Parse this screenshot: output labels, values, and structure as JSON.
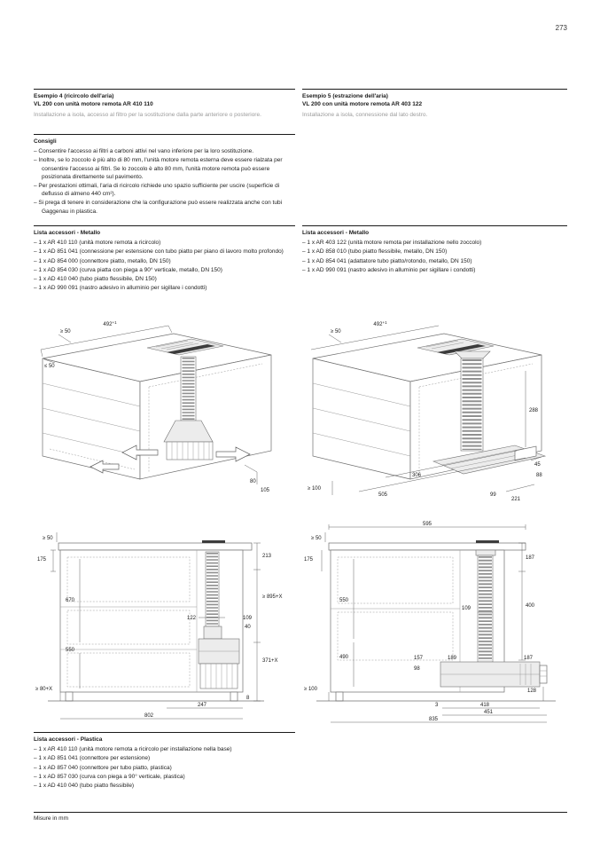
{
  "page": {
    "number": "273",
    "footer": "Misure in mm"
  },
  "left": {
    "example": {
      "title": "Esempio 4 (ricircolo dell'aria)",
      "subtitle": "VL 200 con unità motore remota AR 410 110",
      "description": "Installazione a isola, accesso al filtro per la sostituzione dalla parte anteriore o posteriore."
    },
    "consigli": {
      "title": "Consigli",
      "items": [
        "– Consentire l'accesso ai filtri a carboni attivi nel vano inferiore per la loro sostituzione.",
        "– Inoltre, se lo zoccolo è più alto di 80 mm, l'unità motore remota esterna deve essere rialzata per consentire l'accesso ai filtri. Se lo zoccolo è alto 80 mm, l'unità motore remota può essere posizionata direttamente sul pavimento.",
        "– Per prestazioni ottimali, l'aria di ricircolo richiede uno spazio sufficiente per uscire (superficie di deflusso di almeno 440 cm²).",
        "– Si prega di tenere in considerazione che la configurazione può essere realizzata anche con tubi Gaggenau in plastica."
      ]
    },
    "metallo": {
      "title": "Lista accessori - Metallo",
      "items": [
        "– 1 x AR 410 110 (unità motore remota a ricircolo)",
        "– 1 x AD 851 041 (connessione per estensione con tubo piatto per piano di lavoro molto profondo)",
        "– 1 x AD 854 000 (connettore piatto, metallo, DN 150)",
        "– 1 x AD 854 030 (curva piatta con piega a 90° verticale, metallo, DN 150)",
        "– 1 x AD 410 040 (tubo piatto flessibile, DN 150)",
        "– 1 x AD 990 091 (nastro adesivo in alluminio per sigillare i condotti)"
      ]
    },
    "plastica": {
      "title": "Lista accessori - Plastica",
      "items": [
        "– 1 x AR 410 110 (unità motore remota a ricircolo per installazione nella base)",
        "– 1 x AD 851 041 (connettore per estensione)",
        "– 1 x AD 857 040 (connettore per tubo piatto, plastica)",
        "– 1 x AD 857 030 (curva con piega a 90° verticale, plastica)",
        "– 1 x AD 410 040 (tubo piatto flessibile)"
      ]
    }
  },
  "right": {
    "example": {
      "title": "Esempio 5 (estrazione dell'aria)",
      "subtitle": "VL 200 con unità motore remota AR 403 122",
      "description": "Installazione a isola, connessione dal lato destro."
    },
    "metallo": {
      "title": "Lista accessori - Metallo",
      "items": [
        "– 1 x AR 403 122 (unità motore remota per installazione nello zoccolo)",
        "– 1 x AD 858 010 (tubo piatto flessibile, metallo, DN 150)",
        "– 1 x AD 854 041 (adattatore tubo piatto/rotondo, metallo, DN 150)",
        "– 1 x AD 990 091 (nastro adesivo in alluminio per sigillare i condotti)"
      ]
    }
  },
  "diagrams": {
    "iso_left": {
      "dim_top_gap": "≥ 50",
      "dim_width": "492",
      "dim_width_tol": "+1",
      "dim_left_gap": "≤ 50",
      "dim_80": "80",
      "dim_105": "105"
    },
    "iso_right": {
      "dim_top_gap": "≥ 50",
      "dim_width": "492",
      "dim_width_tol": "+1",
      "dim_288": "288",
      "dim_306": "306",
      "dim_505": "505",
      "dim_45": "45",
      "dim_88": "88",
      "dim_99": "99",
      "dim_221": "221",
      "dim_floor_gap": "≥ 100"
    },
    "sec_left": {
      "dim_top_gap": "≥ 50",
      "dim_175": "175",
      "dim_213": "213",
      "dim_895": "≥ 895+X",
      "dim_670": "670",
      "dim_122": "122",
      "dim_109": "109",
      "dim_40": "40",
      "dim_550": "550",
      "dim_371": "371+X",
      "dim_80x": "≥ 80+X",
      "dim_247": "247",
      "dim_8": "8",
      "dim_802": "802"
    },
    "sec_right": {
      "dim_595": "595",
      "dim_top_gap": "≥ 50",
      "dim_175": "175",
      "dim_187_top": "187",
      "dim_400": "400",
      "dim_109": "109",
      "dim_550": "550",
      "dim_490": "490",
      "dim_157": "157",
      "dim_189": "189",
      "dim_187_mid": "187",
      "dim_98": "98",
      "dim_128": "128",
      "dim_floor_gap": "≥ 100",
      "dim_418": "418",
      "dim_451": "451",
      "dim_835": "835",
      "dim_3": "3"
    }
  }
}
